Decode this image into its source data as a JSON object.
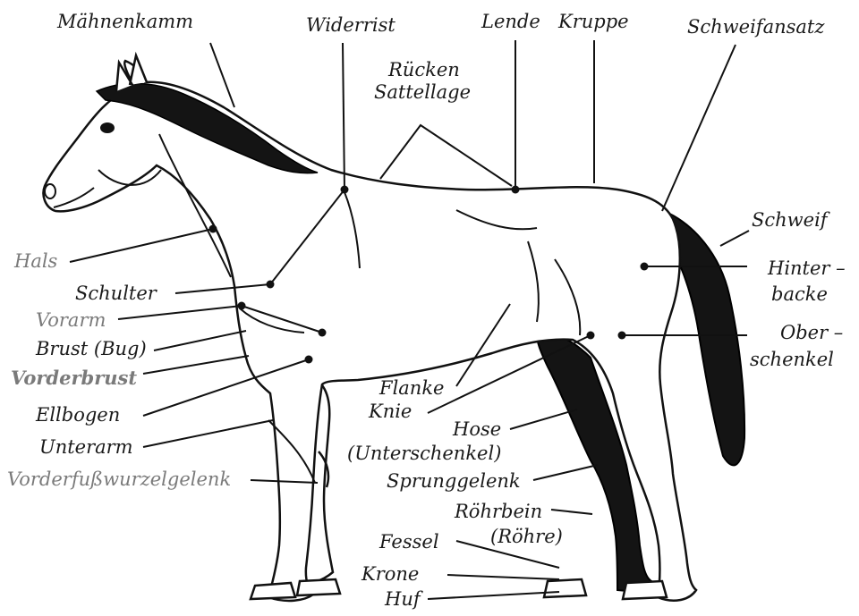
{
  "labels": {
    "maehnenkamm": "Mähnenkamm",
    "widerrist": "Widerrist",
    "lende": "Lende",
    "kruppe": "Kruppe",
    "schweifansatz": "Schweifansatz",
    "ruecken": "Rücken",
    "sattellage": "Sattellage",
    "schweif": "Schweif",
    "hinterbacke_1": "Hinter –",
    "hinterbacke_2": "backe",
    "oberschenkel_1": "Ober –",
    "oberschenkel_2": "schenkel",
    "hals": "Hals",
    "schulter": "Schulter",
    "vorarm": "Vorarm",
    "brust": "Brust (Bug)",
    "vorderbrust": "Vorderbrust",
    "ellbogen": "Ellbogen",
    "unterarm": "Unterarm",
    "vorderfusswurzelgelenk": "Vorderfußwurzelgelenk",
    "flanke": "Flanke",
    "knie": "Knie",
    "hose": "Hose",
    "unterschenkel": "(Unterschenkel)",
    "sprunggelenk": "Sprunggelenk",
    "roehrbein": "Röhrbein",
    "roehre": "(Röhre)",
    "fessel": "Fessel",
    "krone": "Krone",
    "huf": "Huf"
  }
}
